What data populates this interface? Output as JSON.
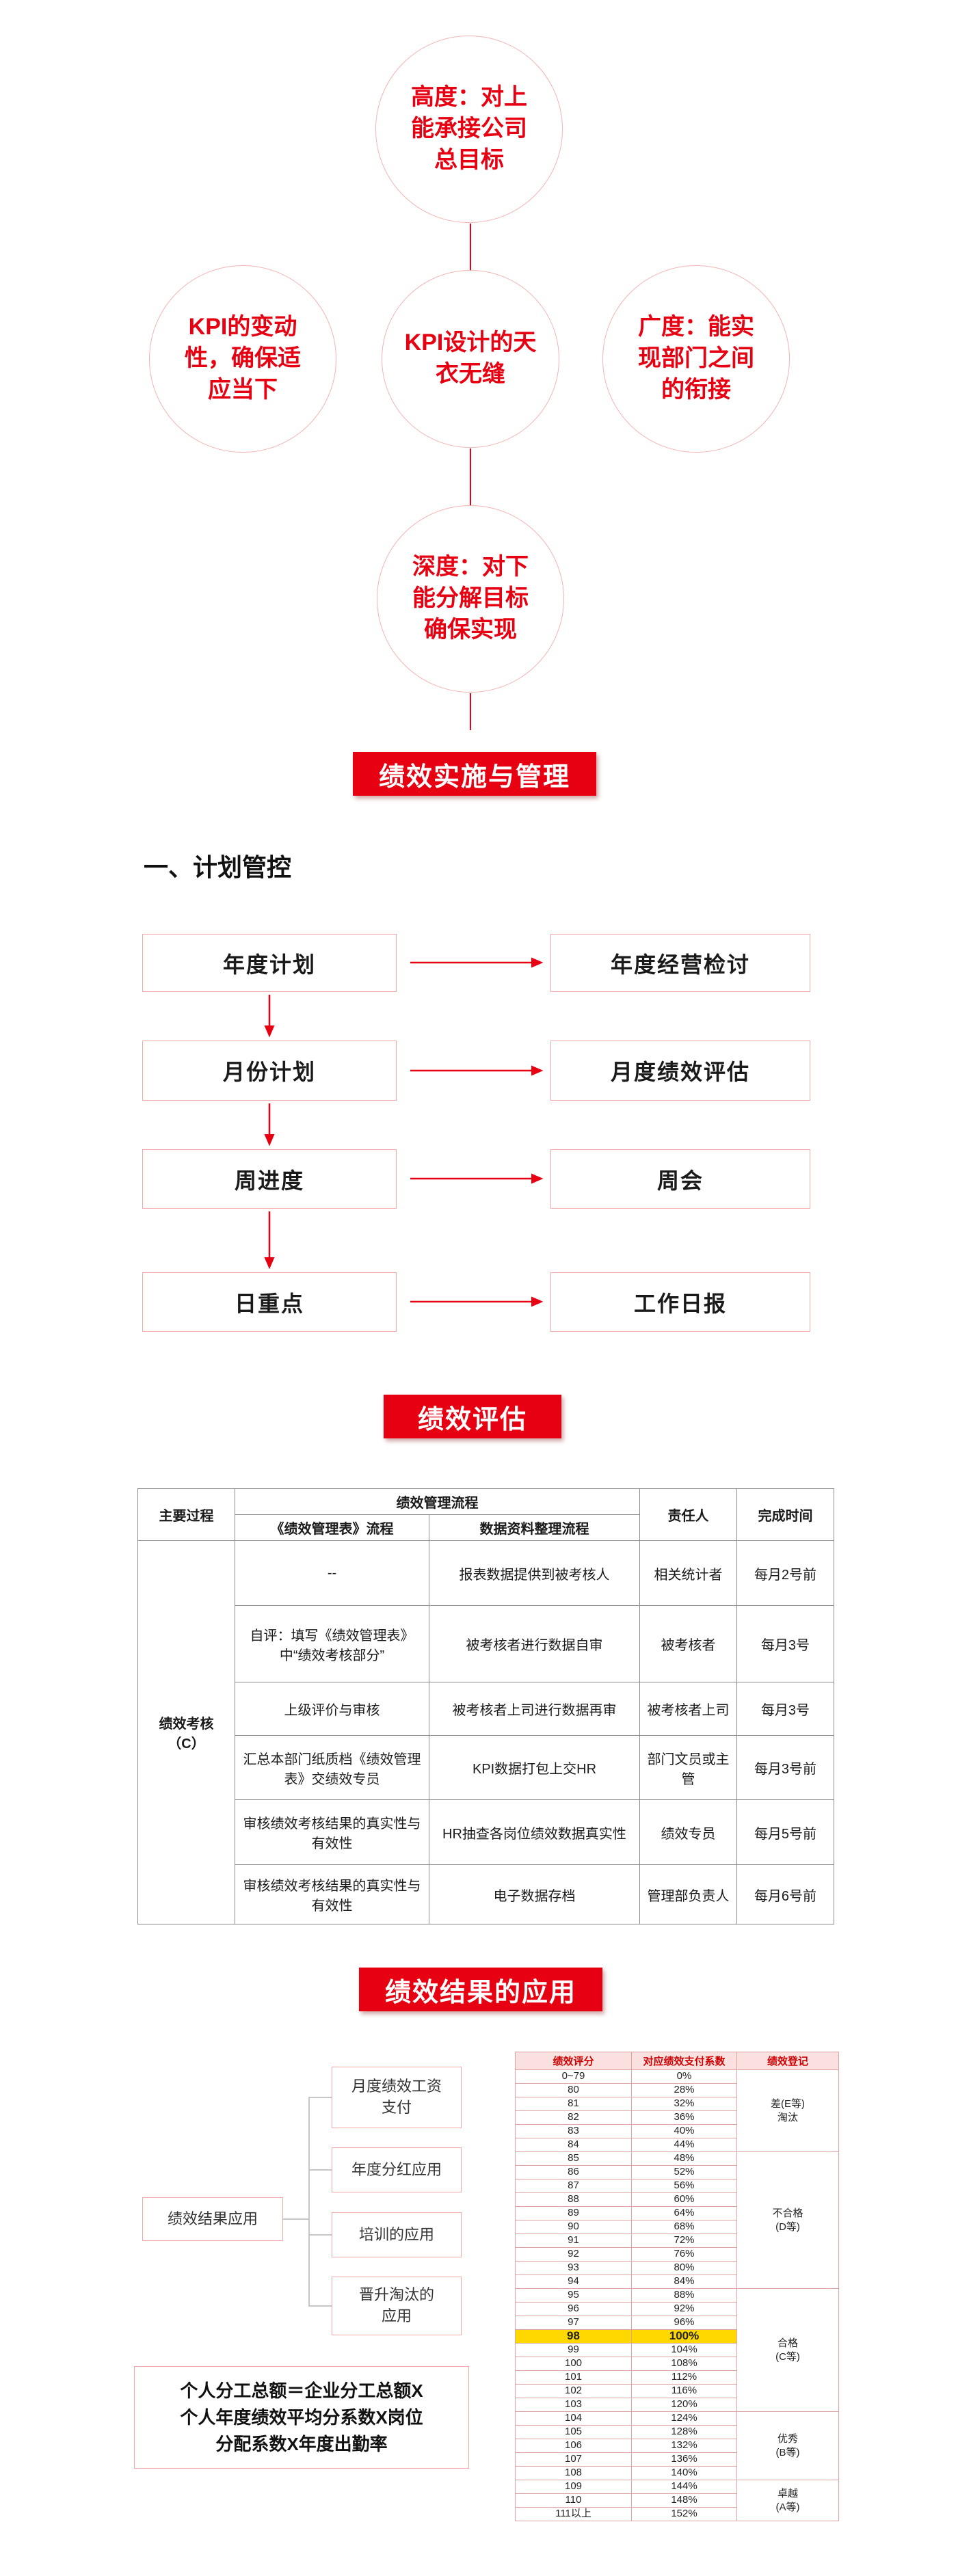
{
  "bubbles": {
    "top": "高度：对上\n能承接公司\n总目标",
    "left": "KPI的变动\n性，确保适\n应当下",
    "center": "KPI设计的天\n衣无缝",
    "right": "广度：能实\n现部门之间\n的衔接",
    "bottom": "深度：对下\n能分解目标\n确保实现"
  },
  "banners": {
    "implementation": "绩效实施与管理",
    "evaluation": "绩效评估",
    "application": "绩效结果的应用"
  },
  "plan_section": {
    "heading": "一、计划管控",
    "rows": [
      {
        "left": "年度计划",
        "right": "年度经营检讨"
      },
      {
        "left": "月份计划",
        "right": "月度绩效评估"
      },
      {
        "left": "周进度",
        "right": "周会"
      },
      {
        "left": "日重点",
        "right": "工作日报"
      }
    ]
  },
  "eval_table": {
    "header": {
      "main_process": "主要过程",
      "flow_group": "绩效管理流程",
      "flow_sub": "《绩效管理表》流程",
      "data_sub": "数据资料整理流程",
      "owner": "责任人",
      "time": "完成时间"
    },
    "group_label": "绩效考核\n（C）",
    "rows": [
      {
        "flow": "--",
        "data": "报表数据提供到被考核人",
        "owner": "相关统计者",
        "time": "每月2号前"
      },
      {
        "flow": "自评：填写《绩效管理表》中“绩效考核部分”",
        "data": "被考核者进行数据自审",
        "owner": "被考核者",
        "time": "每月3号"
      },
      {
        "flow": "上级评价与审核",
        "data": "被考核者上司进行数据再审",
        "owner": "被考核者上司",
        "time": "每月3号"
      },
      {
        "flow": "汇总本部门纸质档《绩效管理表》交绩效专员",
        "data": "KPI数据打包上交HR",
        "owner": "部门文员或主管",
        "time": "每月3号前"
      },
      {
        "flow": "审核绩效考核结果的真实性与有效性",
        "data": "HR抽查各岗位绩效数据真实性",
        "owner": "绩效专员",
        "time": "每月5号前"
      },
      {
        "flow": "审核绩效考核结果的真实性与有效性",
        "data": "电子数据存档",
        "owner": "管理部负责人",
        "time": "每月6号前"
      }
    ]
  },
  "application_section": {
    "result_box": "绩效结果应用",
    "app_boxes": [
      "月度绩效工资\n支付",
      "年度分红应用",
      "培训的应用",
      "晋升淘汰的\n应用"
    ],
    "formula": "个人分工总额＝企业分工总额X\n个人年度绩效平均分系数X岗位\n分配系数X年度出勤率"
  },
  "score_table": {
    "headers": [
      "绩效评分",
      "对应绩效支付系数",
      "绩效登记"
    ],
    "rows": [
      {
        "score": "0~79",
        "pct": "0%"
      },
      {
        "score": "80",
        "pct": "28%"
      },
      {
        "score": "81",
        "pct": "32%"
      },
      {
        "score": "82",
        "pct": "36%"
      },
      {
        "score": "83",
        "pct": "40%"
      },
      {
        "score": "84",
        "pct": "44%"
      },
      {
        "score": "85",
        "pct": "48%"
      },
      {
        "score": "86",
        "pct": "52%"
      },
      {
        "score": "87",
        "pct": "56%"
      },
      {
        "score": "88",
        "pct": "60%"
      },
      {
        "score": "89",
        "pct": "64%"
      },
      {
        "score": "90",
        "pct": "68%"
      },
      {
        "score": "91",
        "pct": "72%"
      },
      {
        "score": "92",
        "pct": "76%"
      },
      {
        "score": "93",
        "pct": "80%"
      },
      {
        "score": "94",
        "pct": "84%"
      },
      {
        "score": "95",
        "pct": "88%"
      },
      {
        "score": "96",
        "pct": "92%"
      },
      {
        "score": "97",
        "pct": "96%"
      },
      {
        "score": "98",
        "pct": "100%",
        "highlight": true
      },
      {
        "score": "99",
        "pct": "104%"
      },
      {
        "score": "100",
        "pct": "108%"
      },
      {
        "score": "101",
        "pct": "112%"
      },
      {
        "score": "102",
        "pct": "116%"
      },
      {
        "score": "103",
        "pct": "120%"
      },
      {
        "score": "104",
        "pct": "124%"
      },
      {
        "score": "105",
        "pct": "128%"
      },
      {
        "score": "106",
        "pct": "132%"
      },
      {
        "score": "107",
        "pct": "136%"
      },
      {
        "score": "108",
        "pct": "140%"
      },
      {
        "score": "109",
        "pct": "144%"
      },
      {
        "score": "110",
        "pct": "148%"
      },
      {
        "score": "111以上",
        "pct": "152%"
      }
    ],
    "grades": [
      {
        "label": "差(E等)\n淘汰",
        "from": 0,
        "span": 6
      },
      {
        "label": "不合格\n(D等)",
        "from": 6,
        "span": 10
      },
      {
        "label": "合格\n(C等)",
        "from": 16,
        "span": 9
      },
      {
        "label": "优秀\n(B等)",
        "from": 25,
        "span": 5
      },
      {
        "label": "卓越\n(A等)",
        "from": 30,
        "span": 3
      }
    ]
  },
  "colors": {
    "brand_red": "#e60012",
    "highlight_yellow": "#ffd800"
  }
}
